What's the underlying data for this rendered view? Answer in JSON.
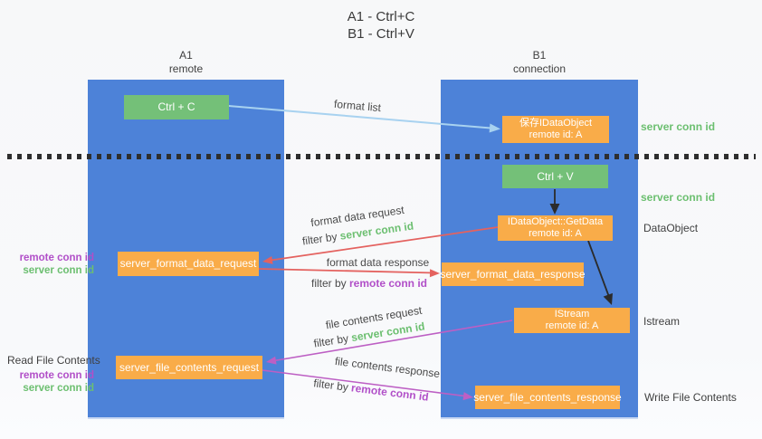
{
  "title": {
    "line1": "A1 - Ctrl+C",
    "line2": "B1 - Ctrl+V"
  },
  "lifelines": {
    "left": {
      "name": "A1",
      "role": "remote"
    },
    "right": {
      "name": "B1",
      "role": "connection"
    }
  },
  "nodes": {
    "ctrl_c": "Ctrl + C",
    "ctrl_v": "Ctrl + V",
    "save_dataobject_line1": "保存IDataObject",
    "save_dataobject_line2": "remote id: A",
    "getdata_line1": "IDataObject::GetData",
    "getdata_line2": "remote id: A",
    "istream_line1": "IStream",
    "istream_line2": "remote id: A",
    "format_request": "server_format_data_request",
    "format_response": "server_format_data_response",
    "file_request": "server_file_contents_request",
    "file_response": "server_file_contents_response"
  },
  "arrow_labels": {
    "format_list": "format list",
    "format_data_request": "format data request",
    "format_data_response": "format data response",
    "file_contents_request": "file contents request",
    "file_contents_response": "file contents response",
    "filter_by": "filter by ",
    "server_conn_id": "server conn id",
    "remote_conn_id": "remote conn id"
  },
  "side_labels": {
    "server_conn_id": "server conn id",
    "remote_conn_id": "remote conn id",
    "dataobject": "DataObject",
    "istream": "Istream",
    "read_file_contents": "Read File Contents",
    "write_file_contents": "Write File Contents"
  },
  "colors": {
    "lifeline": "#4d82d8",
    "green_box": "#74c078",
    "orange_box": "#f9ac49",
    "light_blue_arrow": "#a8d2f0",
    "red_arrow": "#e4625f",
    "magenta_arrow": "#bd5fc4",
    "black_arrow": "#2b2b2b",
    "green_text": "#6cbf70",
    "purple_text": "#b14fc8"
  }
}
